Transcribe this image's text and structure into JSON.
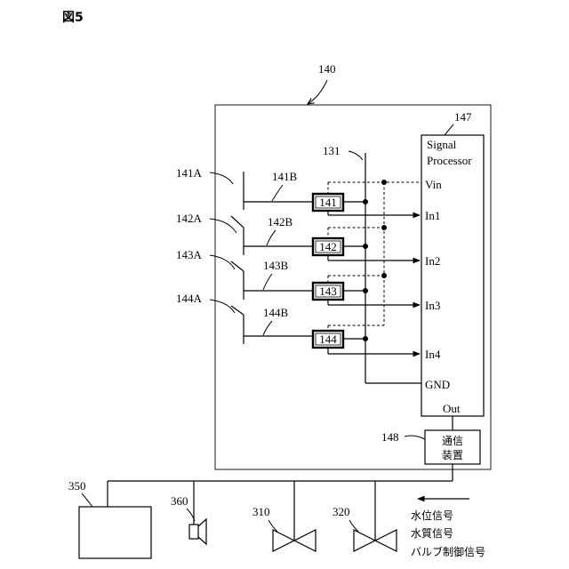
{
  "figure_label": "図5",
  "labels": {
    "unit": "140",
    "processor_ref": "147",
    "wire_ref": "131",
    "comm_ref": "148",
    "pc_ref": "350",
    "speaker_ref": "360",
    "valve1_ref": "310",
    "valve2_ref": "320"
  },
  "processor": {
    "title_line1": "Signal",
    "title_line2": "Processor",
    "pins": {
      "vin": "Vin",
      "in1": "In1",
      "in2": "In2",
      "in3": "In3",
      "in4": "In4",
      "gnd": "GND",
      "out": "Out"
    }
  },
  "sensors": [
    {
      "rod": "141A",
      "lead": "141B",
      "box": "141"
    },
    {
      "rod": "142A",
      "lead": "142B",
      "box": "142"
    },
    {
      "rod": "143A",
      "lead": "143B",
      "box": "143"
    },
    {
      "rod": "144A",
      "lead": "144B",
      "box": "144"
    }
  ],
  "comm_device": {
    "line1": "通信",
    "line2": "装置"
  },
  "signals": [
    "水位信号",
    "水質信号",
    "バルブ制御信号"
  ]
}
